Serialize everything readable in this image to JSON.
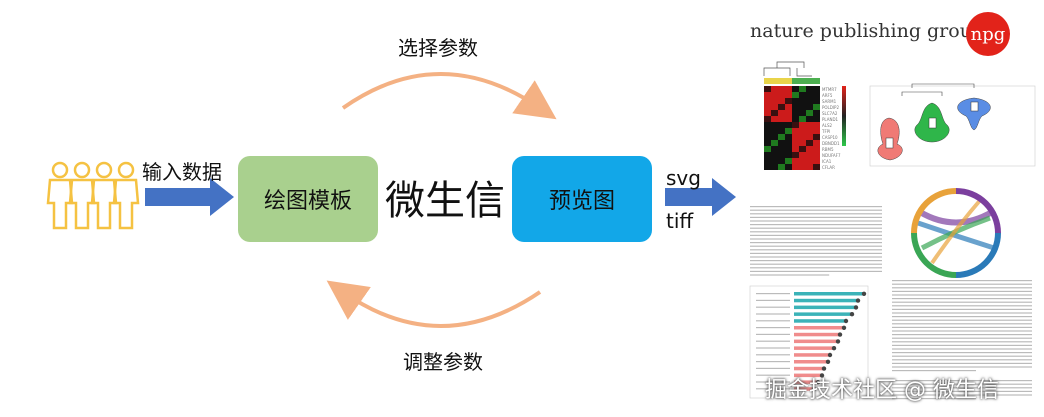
{
  "diagram": {
    "steps": {
      "input_label": "输入数据",
      "template_box": "绘图模板",
      "center_title": "微生信",
      "preview_box": "预览图",
      "select_params": "选择参数",
      "adjust_params": "调整参数",
      "format_svg": "svg",
      "format_tiff": "tiff"
    },
    "colors": {
      "people": "#f5c242",
      "arrow": "#4472c4",
      "template_box": "#a9d08e",
      "preview_box": "#12a7e8",
      "curve": "#f4b183",
      "npg_red": "#e2231a"
    }
  },
  "paper": {
    "header": "nature publishing group",
    "logo_text": "npg",
    "heatmap_genes": [
      "MTMR7",
      "ARF5",
      "SARM1",
      "POLDIP2",
      "SLC7A2",
      "PLAND1",
      "ALS2",
      "TFPI",
      "CASP10",
      "DBNDD1",
      "RBM5",
      "NDUFAF7",
      "ICA1",
      "CFLAR"
    ]
  },
  "watermark": "掘金技术社区 @ 微生信"
}
